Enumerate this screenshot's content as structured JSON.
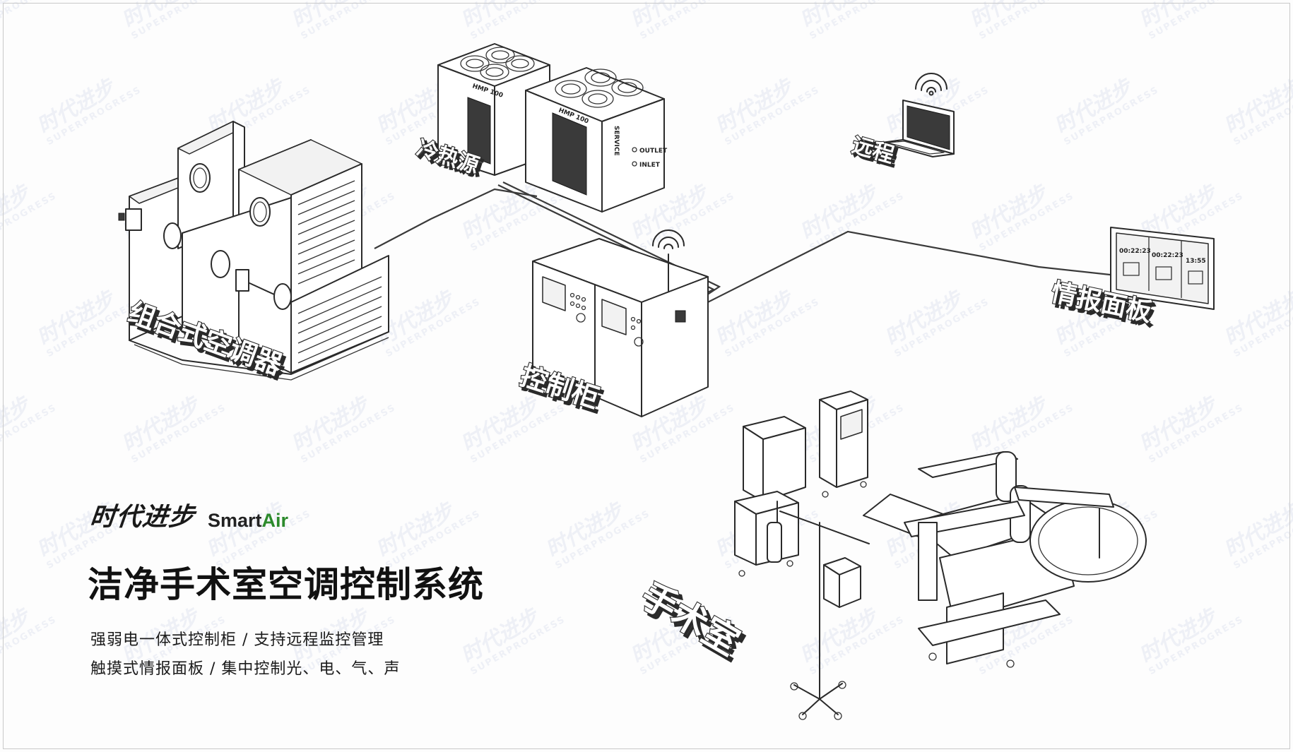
{
  "watermark": {
    "cn": "时代进步",
    "en": "SUPERPROGRESS"
  },
  "brand": {
    "name_cn": "时代进步",
    "name_en_lead": "Smart",
    "name_en_accent": "Air",
    "accent_color": "#2c8a2c"
  },
  "title": "洁净手术室空调控制系统",
  "features": [
    "强弱电一体式控制柜 / 支持远程监控管理",
    "触摸式情报面板 / 集中控制光、电、气、声"
  ],
  "components": {
    "ahu": {
      "label": "组合式空调器"
    },
    "chiller": {
      "label": "冷热源",
      "unit_model": "HMP 100",
      "panel_texts": [
        "SERVICE",
        "OUTLET",
        "INLET"
      ]
    },
    "remote": {
      "label": "远程"
    },
    "cabinet": {
      "label": "控制柜"
    },
    "info_panel": {
      "label": "情报面板",
      "clock_readouts": [
        "00:22:23",
        "00:22:23",
        "13:55"
      ]
    },
    "operating_room": {
      "label": "手术室"
    }
  },
  "icons": [
    "wifi-signal-icon",
    "laptop-icon",
    "touch-panel-icon",
    "brand-logo-icon"
  ]
}
